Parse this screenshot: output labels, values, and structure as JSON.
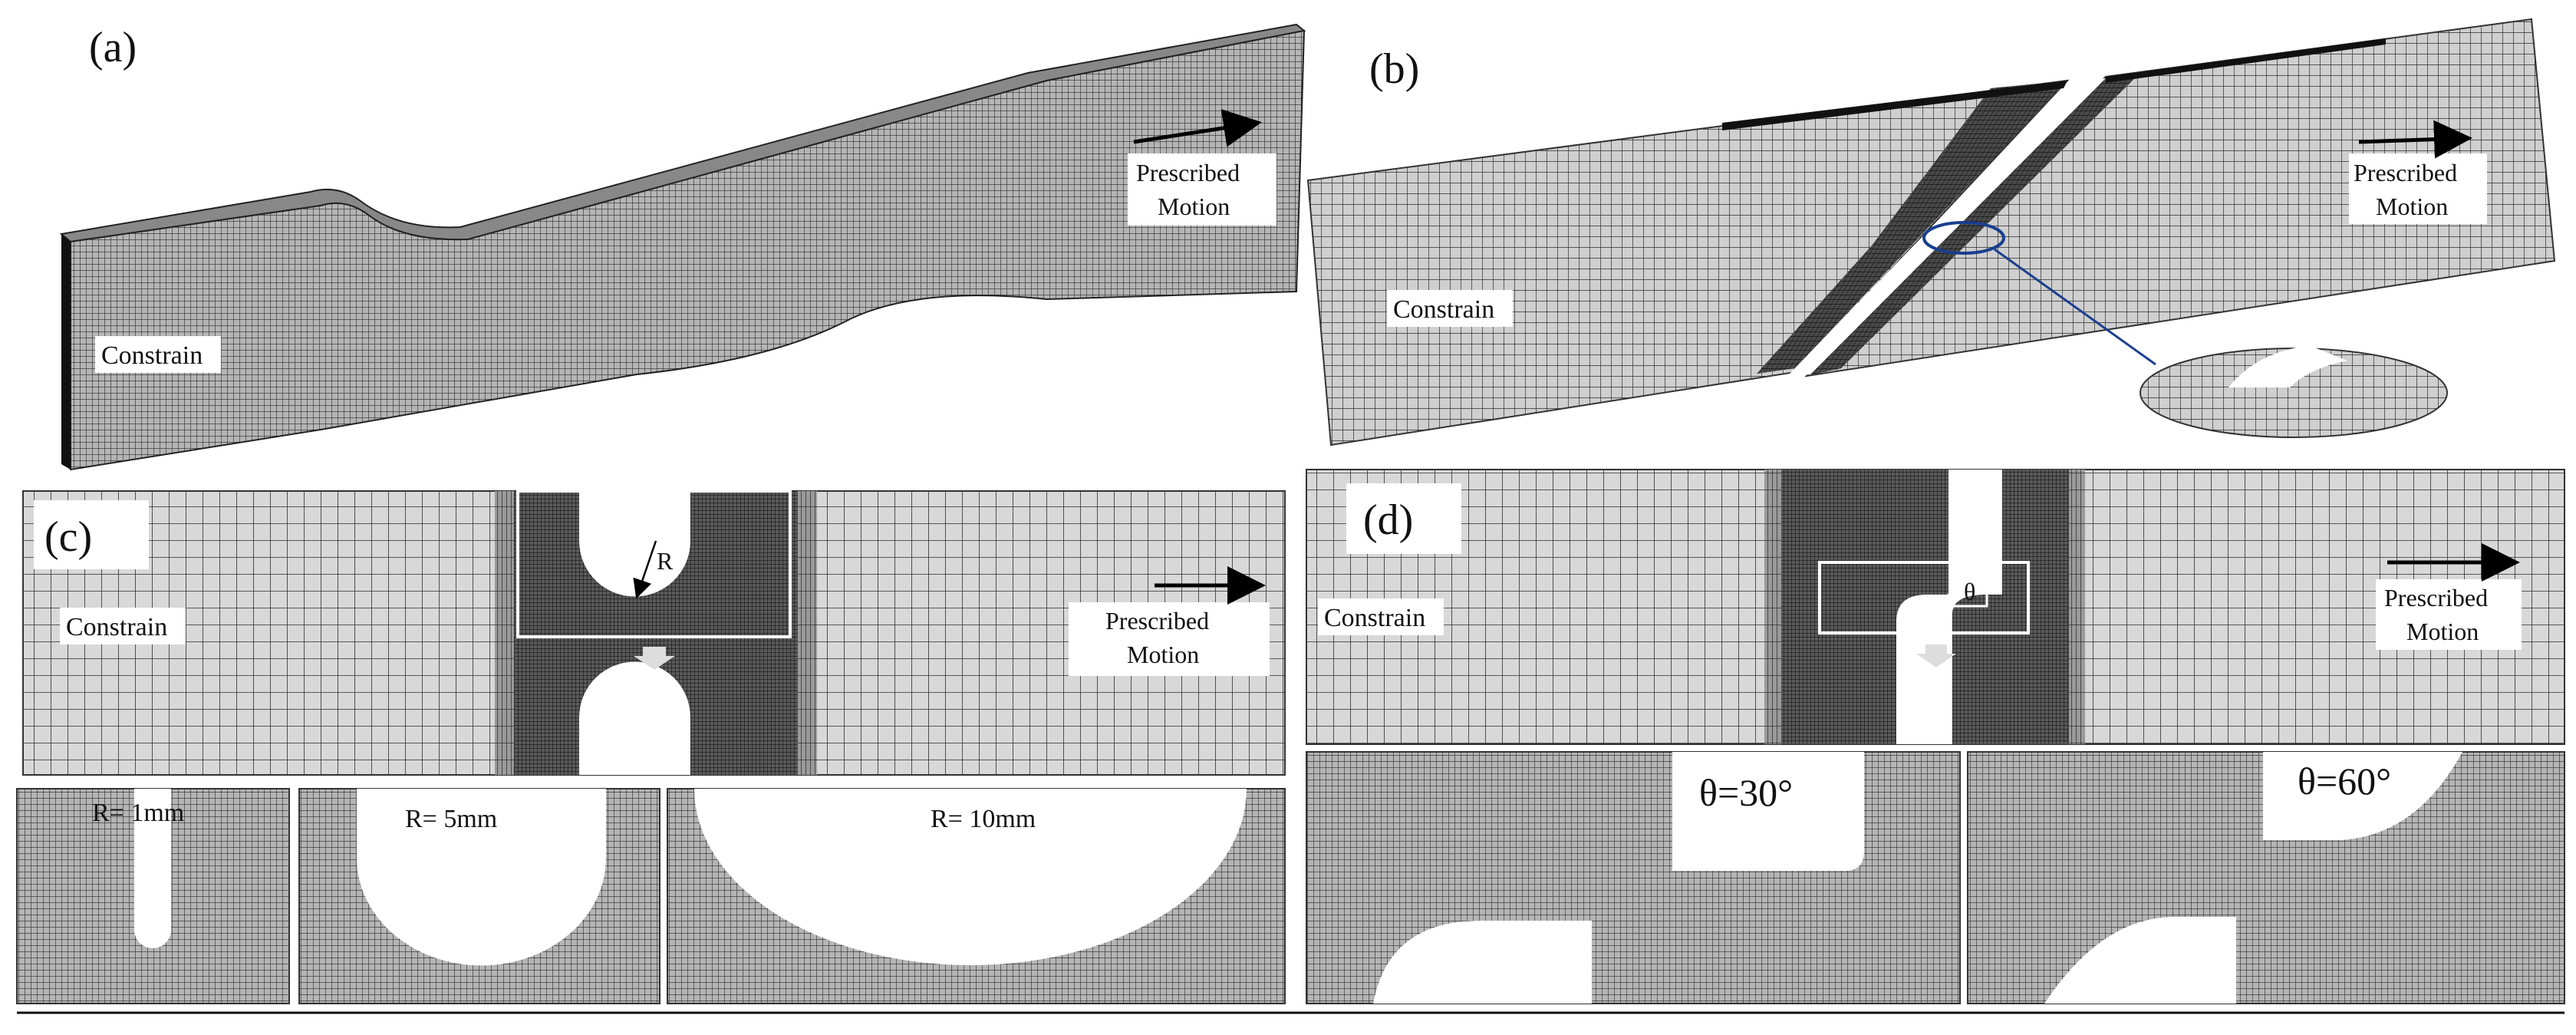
{
  "panels": {
    "a": {
      "tag": "(a)",
      "left_label": "Constrain",
      "right_label_1": "Prescribed",
      "right_label_2": "Motion"
    },
    "b": {
      "tag": "(b)",
      "left_label": "Constrain",
      "right_label_1": "Prescribed",
      "right_label_2": "Motion"
    },
    "c": {
      "tag": "(c)",
      "left_label": "Constrain",
      "right_label_1": "Prescribed",
      "right_label_2": "Motion",
      "radius_symbol": "R",
      "variants": [
        "R= 1mm",
        "R= 5mm",
        "R= 10mm"
      ]
    },
    "d": {
      "tag": "(d)",
      "left_label": "Constrain",
      "right_label_1": "Prescribed",
      "right_label_2": "Motion",
      "angle_symbol": "θ",
      "variants": [
        "θ=30°",
        "θ=60°"
      ]
    }
  },
  "colors": {
    "mesh_fill": "#d6d6d6",
    "mesh_line": "#2a2a2a",
    "dense_mesh": "#262626",
    "box_outline": "#ffffff",
    "arrow": "#000000"
  }
}
